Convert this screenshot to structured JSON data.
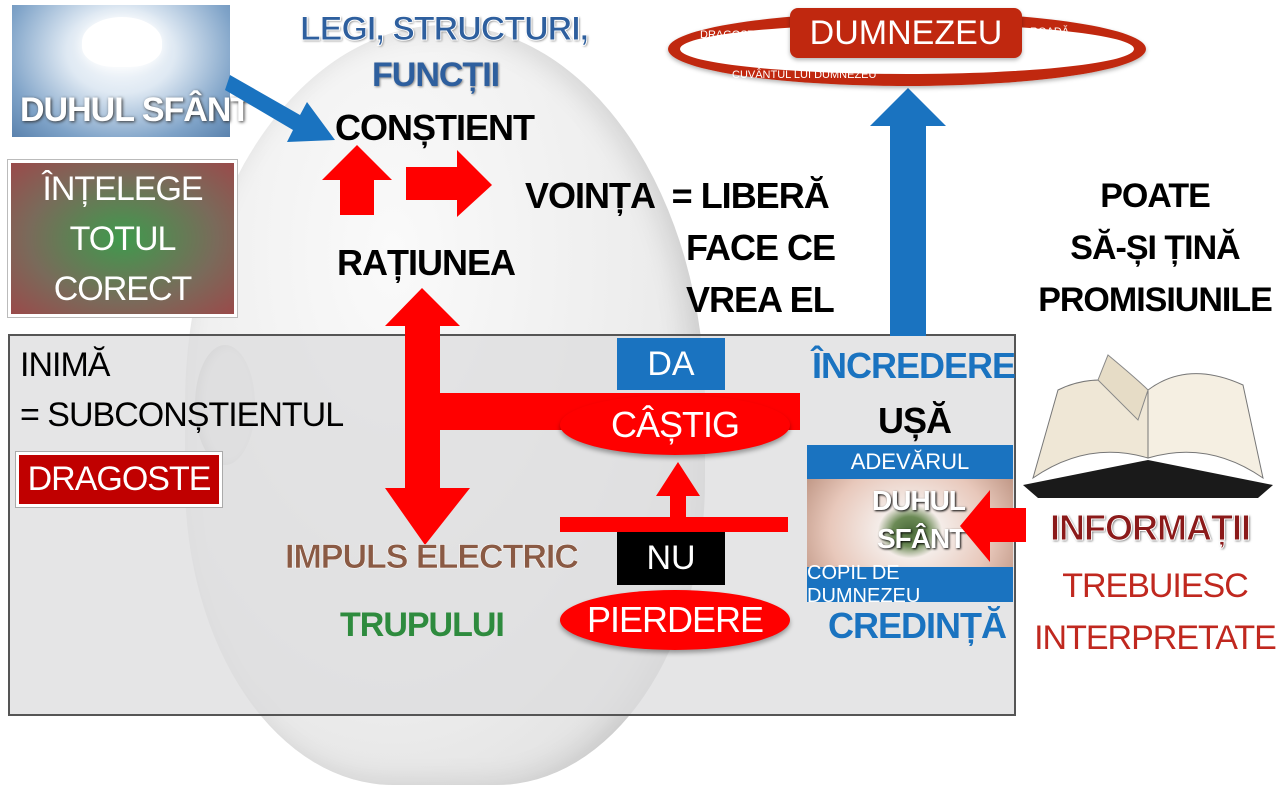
{
  "top_left": {
    "dove_label": "DUHUL SFÂNT",
    "understand_lines": [
      "ÎNȚELEGE",
      "TOTUL",
      "CORECT"
    ]
  },
  "mind": {
    "laws_line1": "LEGI, STRUCTURI,",
    "laws_line2": "FUNCȚII",
    "conscious": "CONȘTIENT",
    "reason": "RAȚIUNEA",
    "will": "VOINȚA  = LIBERĂ",
    "will2": "FACE CE",
    "will3": "VREA EL"
  },
  "god_ring": {
    "title": "DUMNEZEU",
    "love": "DRAGOSTEA",
    "fruit": "ROADĂ",
    "word": "CUVÂNTUL LUI DUMNEZEU"
  },
  "promise": [
    "POATE",
    "SĂ-ȘI ȚINĂ",
    "PROMISIUNILE"
  ],
  "heart": {
    "line1": "INIMĂ",
    "line2": "= SUBCONȘTIENTUL",
    "love_box": "DRAGOSTE",
    "impulse": "IMPULS ELECTRIC",
    "body": "TRUPULUI"
  },
  "decision": {
    "yes": "DA",
    "gain": "CÂȘTIG",
    "no": "NU",
    "loss": "PIERDERE"
  },
  "faith": {
    "trust": "ÎNCREDERE",
    "door": "UȘĂ",
    "truth": "ADEVĂRUL",
    "spirit1": "DUHUL",
    "spirit2": "SFÂNT",
    "child": "COPIL DE DUMNEZEU",
    "faith": "CREDINȚĂ"
  },
  "info": {
    "title": "INFORMAȚII",
    "line1": "TREBUIESC",
    "line2": "INTERPRETATE"
  },
  "colors": {
    "red": "#ff0000",
    "blue": "#1a73c0",
    "darkred": "#8b1a1a"
  }
}
